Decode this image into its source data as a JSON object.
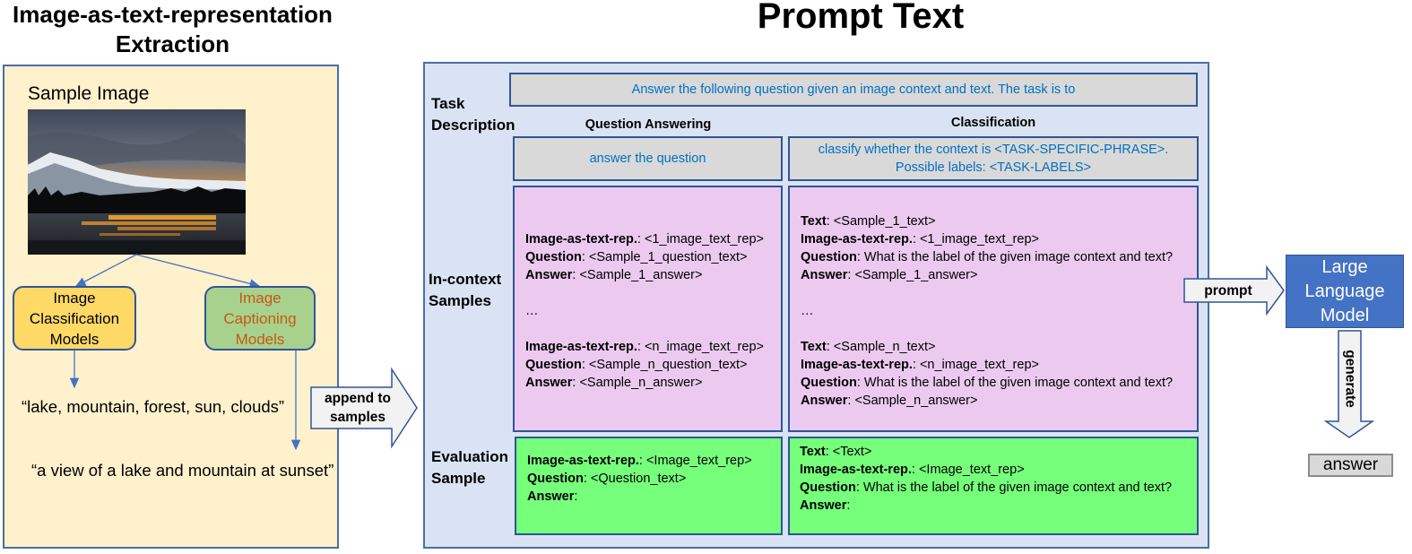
{
  "left": {
    "heading_line1": "Image-as-text-representation",
    "heading_line2": "Extraction",
    "sample_image_label": "Sample Image",
    "model1": [
      "Image",
      "Classification",
      "Models"
    ],
    "model2": [
      "Image",
      "Captioning",
      "Models"
    ],
    "tags_output": "“lake, mountain, forest, sun, clouds”",
    "caption_output": "“a view of a lake and mountain at sunset”"
  },
  "append_arrow": [
    "append to",
    "samples"
  ],
  "prompt": {
    "heading": "Prompt Text",
    "task_label": [
      "Task",
      "Description"
    ],
    "task_text": "Answer the following question given an image context and text. The task is to",
    "col_qa": "Question Answering",
    "col_cls": "Classification",
    "qa_task": "answer the question",
    "cls_task": [
      "classify whether the context is <TASK-SPECIFIC-PHRASE>.",
      "Possible labels: <TASK-LABELS>"
    ],
    "incontext_label": [
      "In-context",
      "Samples"
    ],
    "eval_label": [
      "Evaluation",
      "Sample"
    ],
    "qa_incontext": [
      {
        "b": "Image-as-text-rep.",
        "t": ": <1_image_text_rep>"
      },
      {
        "b": "Question",
        "t": ": <Sample_1_question_text>"
      },
      {
        "b": "Answer",
        "t": ": <Sample_1_answer>"
      },
      {
        "b": "",
        "t": ""
      },
      {
        "b": "",
        "t": "…"
      },
      {
        "b": "",
        "t": ""
      },
      {
        "b": "Image-as-text-rep.",
        "t": ": <n_image_text_rep>"
      },
      {
        "b": "Question",
        "t": ": <Sample_n_question_text>"
      },
      {
        "b": "Answer",
        "t": ": <Sample_n_answer>"
      }
    ],
    "cls_incontext": [
      {
        "b": "Text",
        "t": ": <Sample_1_text>"
      },
      {
        "b": "Image-as-text-rep.",
        "t": ": <1_image_text_rep>"
      },
      {
        "b": "Question",
        "t": ": What is the label of the given image context and text?"
      },
      {
        "b": "Answer",
        "t": ": <Sample_1_answer>"
      },
      {
        "b": "",
        "t": ""
      },
      {
        "b": "",
        "t": "…"
      },
      {
        "b": "",
        "t": ""
      },
      {
        "b": "Text",
        "t": ": <Sample_n_text>"
      },
      {
        "b": "Image-as-text-rep.",
        "t": ": <n_image_text_rep>"
      },
      {
        "b": "Question",
        "t": ": What is the label of the given image context and text?"
      },
      {
        "b": "Answer",
        "t": ": <Sample_n_answer>"
      }
    ],
    "qa_eval": [
      {
        "b": "Image-as-text-rep.",
        "t": ": <Image_text_rep>"
      },
      {
        "b": "Question",
        "t": ": <Question_text>"
      },
      {
        "b": "Answer",
        "t": ":"
      }
    ],
    "cls_eval": [
      {
        "b": "Text",
        "t": ": <Text>"
      },
      {
        "b": "Image-as-text-rep.",
        "t": ": <Image_text_rep>"
      },
      {
        "b": "Question",
        "t": ": What is the label of the given image context and text?"
      },
      {
        "b": "Answer",
        "t": ":"
      }
    ]
  },
  "prompt_arrow": "prompt",
  "llm": [
    "Large",
    "Language",
    "Model"
  ],
  "generate_arrow": "generate",
  "answer": "answer",
  "colors": {
    "panel_border": "#4a6fa5",
    "left_bg": "#fff1cc",
    "right_bg": "#dae3f3",
    "model1_bg": "#ffd966",
    "model2_bg": "#a9d18e",
    "model2_text": "#c55a11",
    "task_text": "#0070c0",
    "pink": "#eccaf0",
    "green": "#76ff7b",
    "llm": "#4472c4"
  }
}
